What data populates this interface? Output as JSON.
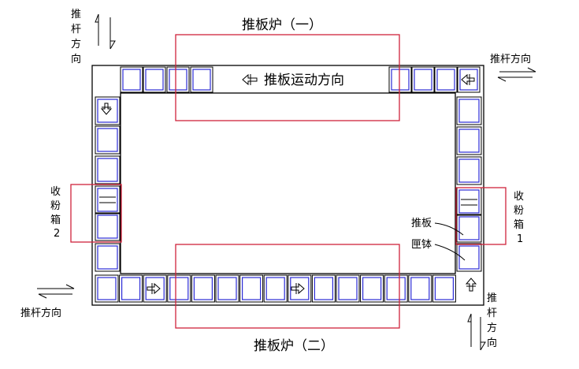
{
  "colors": {
    "line": "#000000",
    "boat": "#2b2bd6",
    "furnace": "#d0243c",
    "bg": "#ffffff"
  },
  "labels": {
    "furnace_top": "推板炉（一）",
    "furnace_bottom": "推板炉（二）",
    "motion_direction": "推板运动方向",
    "push_rod_top_left": "推杆方向",
    "push_rod_top_right": "推杆方向",
    "push_rod_bottom_left": "推杆方向",
    "push_rod_bottom_right": "推杆方向",
    "powder_box_left": "收粉箱",
    "powder_box_left_num": "2",
    "powder_box_right": "收粉箱",
    "powder_box_right_num": "1",
    "push_plate": "推板",
    "sagger": "匣钵"
  },
  "icons": {
    "motion_arrow": "crossed-arrow-left-icon",
    "push_rod_arrow": "half-arrow-pair-icon"
  }
}
